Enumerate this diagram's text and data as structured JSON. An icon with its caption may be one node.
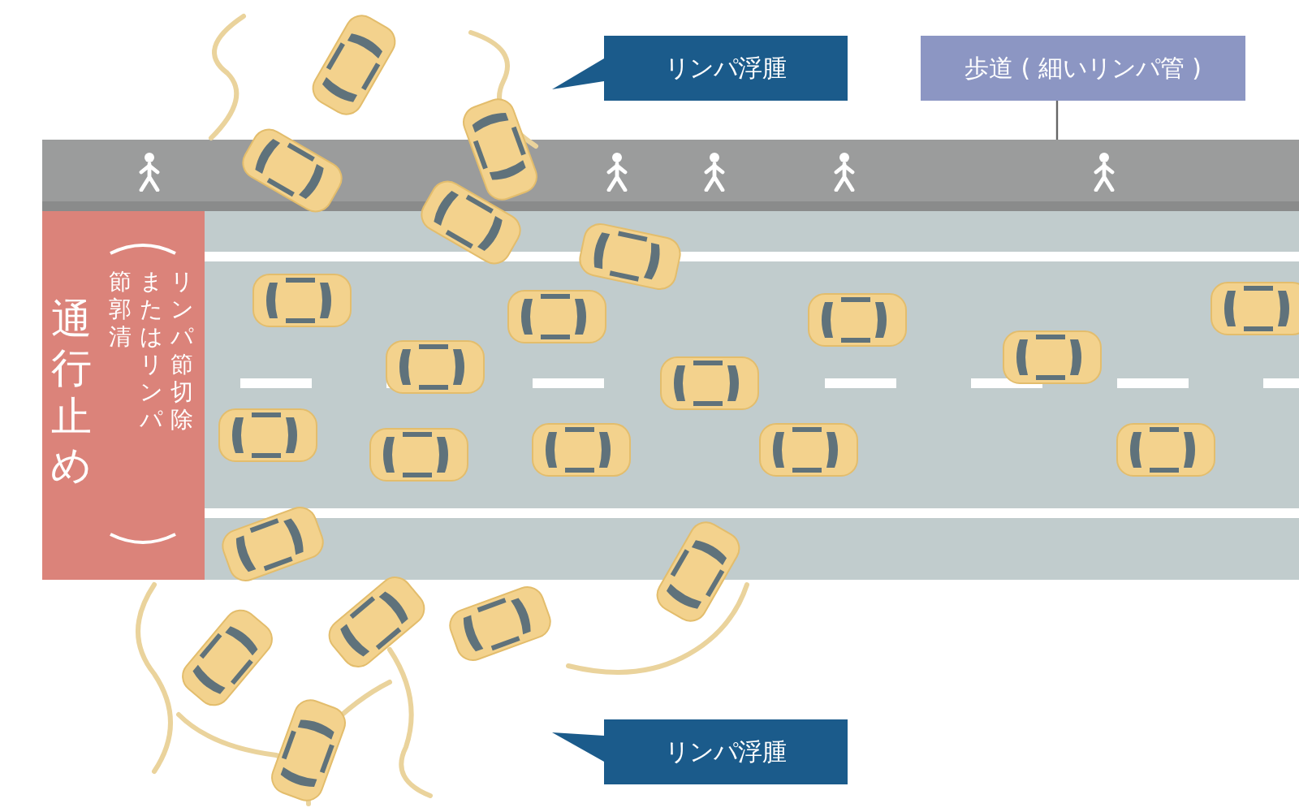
{
  "diagram": {
    "nodes": [
      {
        "text": [
          "歩道 ( 細いリンパ管 )"
        ]
      },
      {
        "text": [],
        "shape": "bar"
      },
      {
        "text": [
          "通行止め",
          "リンパ節切除またはリンパ節郭清"
        ]
      },
      {
        "text": [
          "リンパ浮腫"
        ]
      },
      {
        "text": [
          "リンパ浮腫"
        ]
      }
    ],
    "edges": [
      {
        "from": 0,
        "to": 1,
        "arrow": "none"
      }
    ]
  }
}
